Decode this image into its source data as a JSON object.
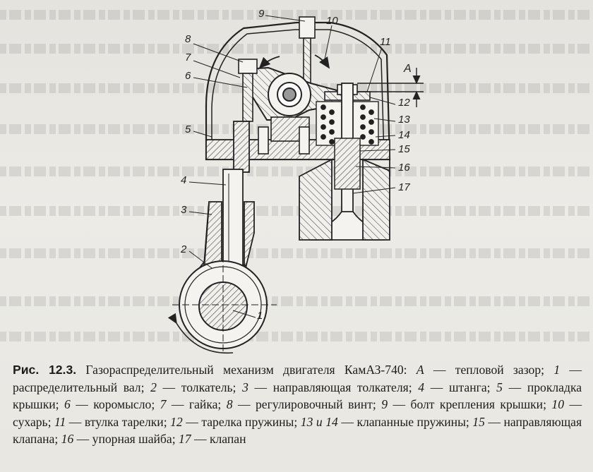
{
  "figure": {
    "labels": [
      "1",
      "2",
      "3",
      "4",
      "5",
      "6",
      "7",
      "8",
      "9",
      "10",
      "11",
      "12",
      "13",
      "14",
      "15",
      "16",
      "17"
    ],
    "clearance_label": "А"
  },
  "caption": {
    "fig_label": "Рис. 12.3.",
    "title": "Газораспределительный механизм двигателя КамАЗ-740:",
    "clearance_letter": "А",
    "clearance_text": "тепловой зазор;",
    "items": [
      {
        "n": "1",
        "text": "распределительный вал;"
      },
      {
        "n": "2",
        "text": "толкатель;"
      },
      {
        "n": "3",
        "text": "направляющая толкателя;"
      },
      {
        "n": "4",
        "text": "штанга;"
      },
      {
        "n": "5",
        "text": "прокладка крышки;"
      },
      {
        "n": "6",
        "text": "коромысло;"
      },
      {
        "n": "7",
        "text": "гайка;"
      },
      {
        "n": "8",
        "text": "регулиро­вочный винт;"
      },
      {
        "n": "9",
        "text": "болт крепления крышки;"
      },
      {
        "n": "10",
        "text": "сухарь;"
      },
      {
        "n": "11",
        "text": "втулка тарелки;"
      },
      {
        "n": "12",
        "text": "тарелка пружины;"
      },
      {
        "n": "13 и 14",
        "text": "клапанные пружины;"
      },
      {
        "n": "15",
        "text": "направляющая кла­пана;"
      },
      {
        "n": "16",
        "text": "упорная шайба;"
      },
      {
        "n": "17",
        "text": "клапан"
      }
    ]
  }
}
